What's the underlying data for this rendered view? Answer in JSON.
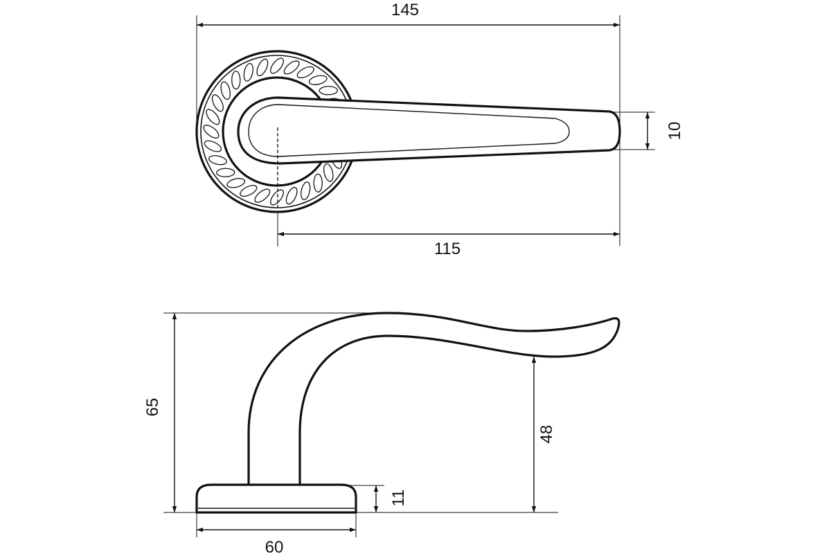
{
  "dimensions": {
    "overall_length": "145",
    "lever_length": "115",
    "lever_thickness": "10",
    "overall_height": "65",
    "lever_clearance": "48",
    "rosette_thickness": "11",
    "rosette_diameter": "60"
  },
  "colors": {
    "line": "#111111",
    "background": "#ffffff"
  }
}
